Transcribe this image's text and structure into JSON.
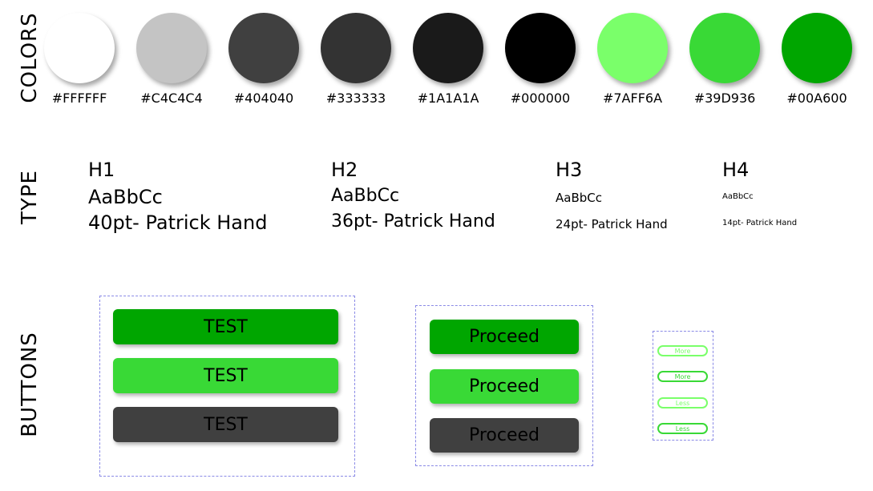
{
  "sections": {
    "colors_label": "COLORS",
    "type_label": "TYPE",
    "buttons_label": "BUTTONS"
  },
  "colors": [
    {
      "code": "#FFFFFF",
      "hex": "#FFFFFF"
    },
    {
      "code": "#C4C4C4",
      "hex": "#C4C4C4"
    },
    {
      "code": "#404040",
      "hex": "#404040"
    },
    {
      "code": "#333333",
      "hex": "#333333"
    },
    {
      "code": "#1A1A1A",
      "hex": "#1A1A1A"
    },
    {
      "code": "#000000",
      "hex": "#000000"
    },
    {
      "code": "#7AFF6A",
      "hex": "#7AFF6A"
    },
    {
      "code": "#39D936",
      "hex": "#39D936"
    },
    {
      "code": "#00A600",
      "hex": "#00A600"
    }
  ],
  "typography": [
    {
      "heading": "H1",
      "sample": "AaBbCc",
      "spec": "40pt- Patrick Hand"
    },
    {
      "heading": "H2",
      "sample": "AaBbCc",
      "spec": "36pt- Patrick Hand"
    },
    {
      "heading": "H3",
      "sample": "AaBbCc",
      "spec": "24pt- Patrick Hand"
    },
    {
      "heading": "H4",
      "sample": "AaBbCc",
      "spec": "14pt- Patrick Hand"
    }
  ],
  "buttons": {
    "large_group": [
      {
        "label": "TEST",
        "bg": "#00A600"
      },
      {
        "label": "TEST",
        "bg": "#39D936"
      },
      {
        "label": "TEST",
        "bg": "#404040"
      }
    ],
    "medium_group": [
      {
        "label": "Proceed",
        "bg": "#00A600"
      },
      {
        "label": "Proceed",
        "bg": "#39D936"
      },
      {
        "label": "Proceed",
        "bg": "#404040"
      }
    ],
    "small_group": [
      {
        "label": "More",
        "border": "#7AFF6A",
        "text_color": "#7AFF6A"
      },
      {
        "label": "More",
        "border": "#39D936",
        "text_color": "#39D936"
      },
      {
        "label": "Less",
        "border": "#7AFF6A",
        "text_color": "#7AFF6A"
      },
      {
        "label": "Less",
        "border": "#39D936",
        "text_color": "#39D936"
      }
    ]
  }
}
